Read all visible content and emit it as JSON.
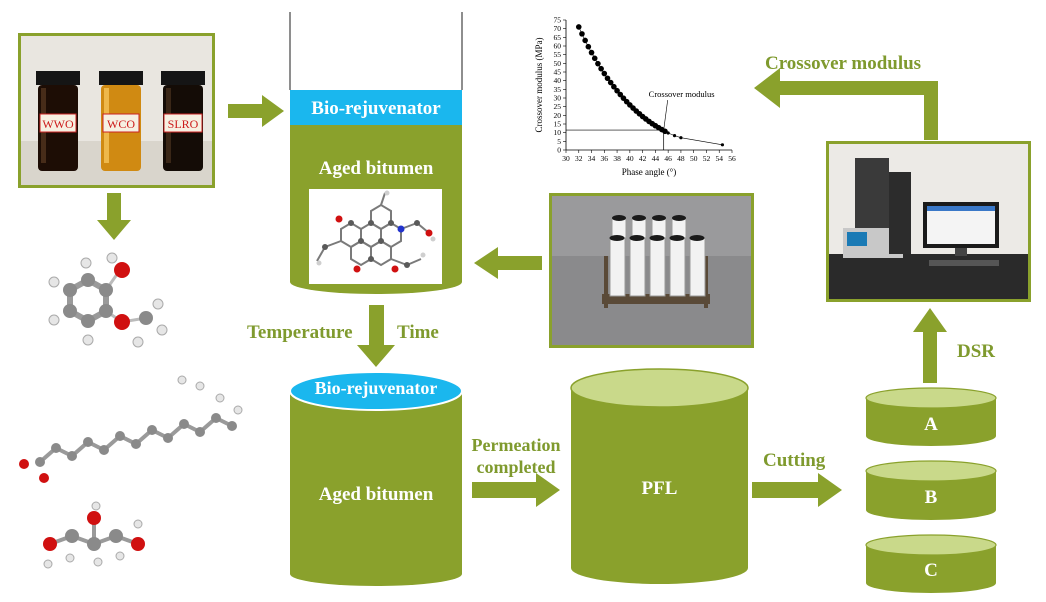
{
  "vials": [
    "WWO",
    "WCO",
    "SLRO"
  ],
  "top_cylinder": {
    "header": "Bio-rejuvenator",
    "body": "Aged bitumen"
  },
  "mid_labels": {
    "temperature": "Temperature",
    "time": "Time"
  },
  "bottom_cylinder": {
    "header": "Bio-rejuvenator",
    "body": "Aged bitumen"
  },
  "permeation_label": "Permeation completed",
  "pfl_label": "PFL",
  "cutting_label": "Cutting",
  "slices": [
    "A",
    "B",
    "C"
  ],
  "dsr_label": "DSR",
  "crossover_heading": "Crossover modulus",
  "colors": {
    "olive": "#8aa12c",
    "olive_light": "#c9d98a",
    "cyan": "#1ab7ee",
    "text_olive": "#7f9a2e"
  },
  "chart_data": {
    "type": "scatter",
    "xlabel": "Phase angle (°)",
    "ylabel": "Crossover modulus (MPa)",
    "xlim": [
      30,
      56
    ],
    "ylim": [
      0,
      75
    ],
    "xticks": [
      30,
      32,
      34,
      36,
      38,
      40,
      42,
      44,
      46,
      48,
      50,
      52,
      54,
      56
    ],
    "yticks": [
      0,
      5,
      10,
      15,
      20,
      25,
      30,
      35,
      40,
      45,
      50,
      55,
      60,
      65,
      70,
      75
    ],
    "grid": false,
    "annotation": "Crossover modulus",
    "crossover_point": {
      "x": 45.3,
      "y": 11.5
    },
    "x": [
      32.0,
      32.5,
      33.0,
      33.5,
      34.0,
      34.5,
      35.0,
      35.5,
      36.0,
      36.5,
      37.0,
      37.5,
      38.0,
      38.5,
      39.0,
      39.5,
      40.0,
      40.5,
      41.0,
      41.5,
      42.0,
      42.5,
      43.0,
      43.5,
      44.0,
      44.5,
      45.0,
      45.5,
      46.0,
      47.0,
      48.0,
      54.5
    ],
    "y": [
      71.0,
      67.0,
      63.2,
      59.6,
      56.2,
      52.9,
      49.8,
      46.9,
      44.1,
      41.4,
      38.9,
      36.5,
      34.2,
      32.0,
      29.9,
      27.9,
      26.0,
      24.2,
      22.5,
      20.9,
      19.3,
      17.9,
      16.5,
      15.2,
      14.0,
      12.9,
      11.8,
      10.8,
      9.8,
      8.3,
      7.1,
      3.0
    ]
  }
}
